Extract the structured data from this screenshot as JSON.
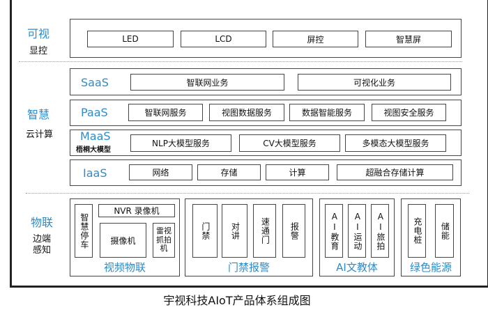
{
  "display": {
    "title": "可视",
    "subtitle": "显控",
    "items": [
      "LED",
      "LCD",
      "屏控",
      "智慧屏"
    ]
  },
  "cloud": {
    "title": "智慧",
    "subtitle": "云计算",
    "saas": {
      "label": "SaaS",
      "items": [
        "智联网业务",
        "可视化业务"
      ]
    },
    "paas": {
      "label": "PaaS",
      "items": [
        "智联网服务",
        "视图数据服务",
        "数据智能服务",
        "视图安全服务"
      ]
    },
    "maas": {
      "label": "MaaS",
      "sublabel": "梧桐大模型",
      "items": [
        "NLP大模型服务",
        "CV大模型服务",
        "多模态大模型服务"
      ]
    },
    "iaas": {
      "label": "IaaS",
      "items": [
        "网络",
        "存储",
        "计算",
        "超融合存储计算"
      ]
    }
  },
  "edge": {
    "title": "物联",
    "subtitle_1": "边端",
    "subtitle_2": "感知",
    "video": {
      "label": "视频物联",
      "items": [
        "智慧停车",
        "NVR 录像机",
        "摄像机",
        "雷视抓拍机"
      ]
    },
    "access": {
      "label": "门禁报警",
      "items": [
        "门禁",
        "对讲",
        "速通门",
        "报警"
      ]
    },
    "ai": {
      "label": "AI文教体",
      "items": [
        "AI教育",
        "AI运动",
        "AI旅拍"
      ]
    },
    "energy": {
      "label": "绿色能源",
      "items": [
        "充电桩",
        "储能"
      ]
    }
  },
  "caption": "宇视科技AIoT产品体系组成图",
  "colors": {
    "accent": "#2e8bc9"
  }
}
